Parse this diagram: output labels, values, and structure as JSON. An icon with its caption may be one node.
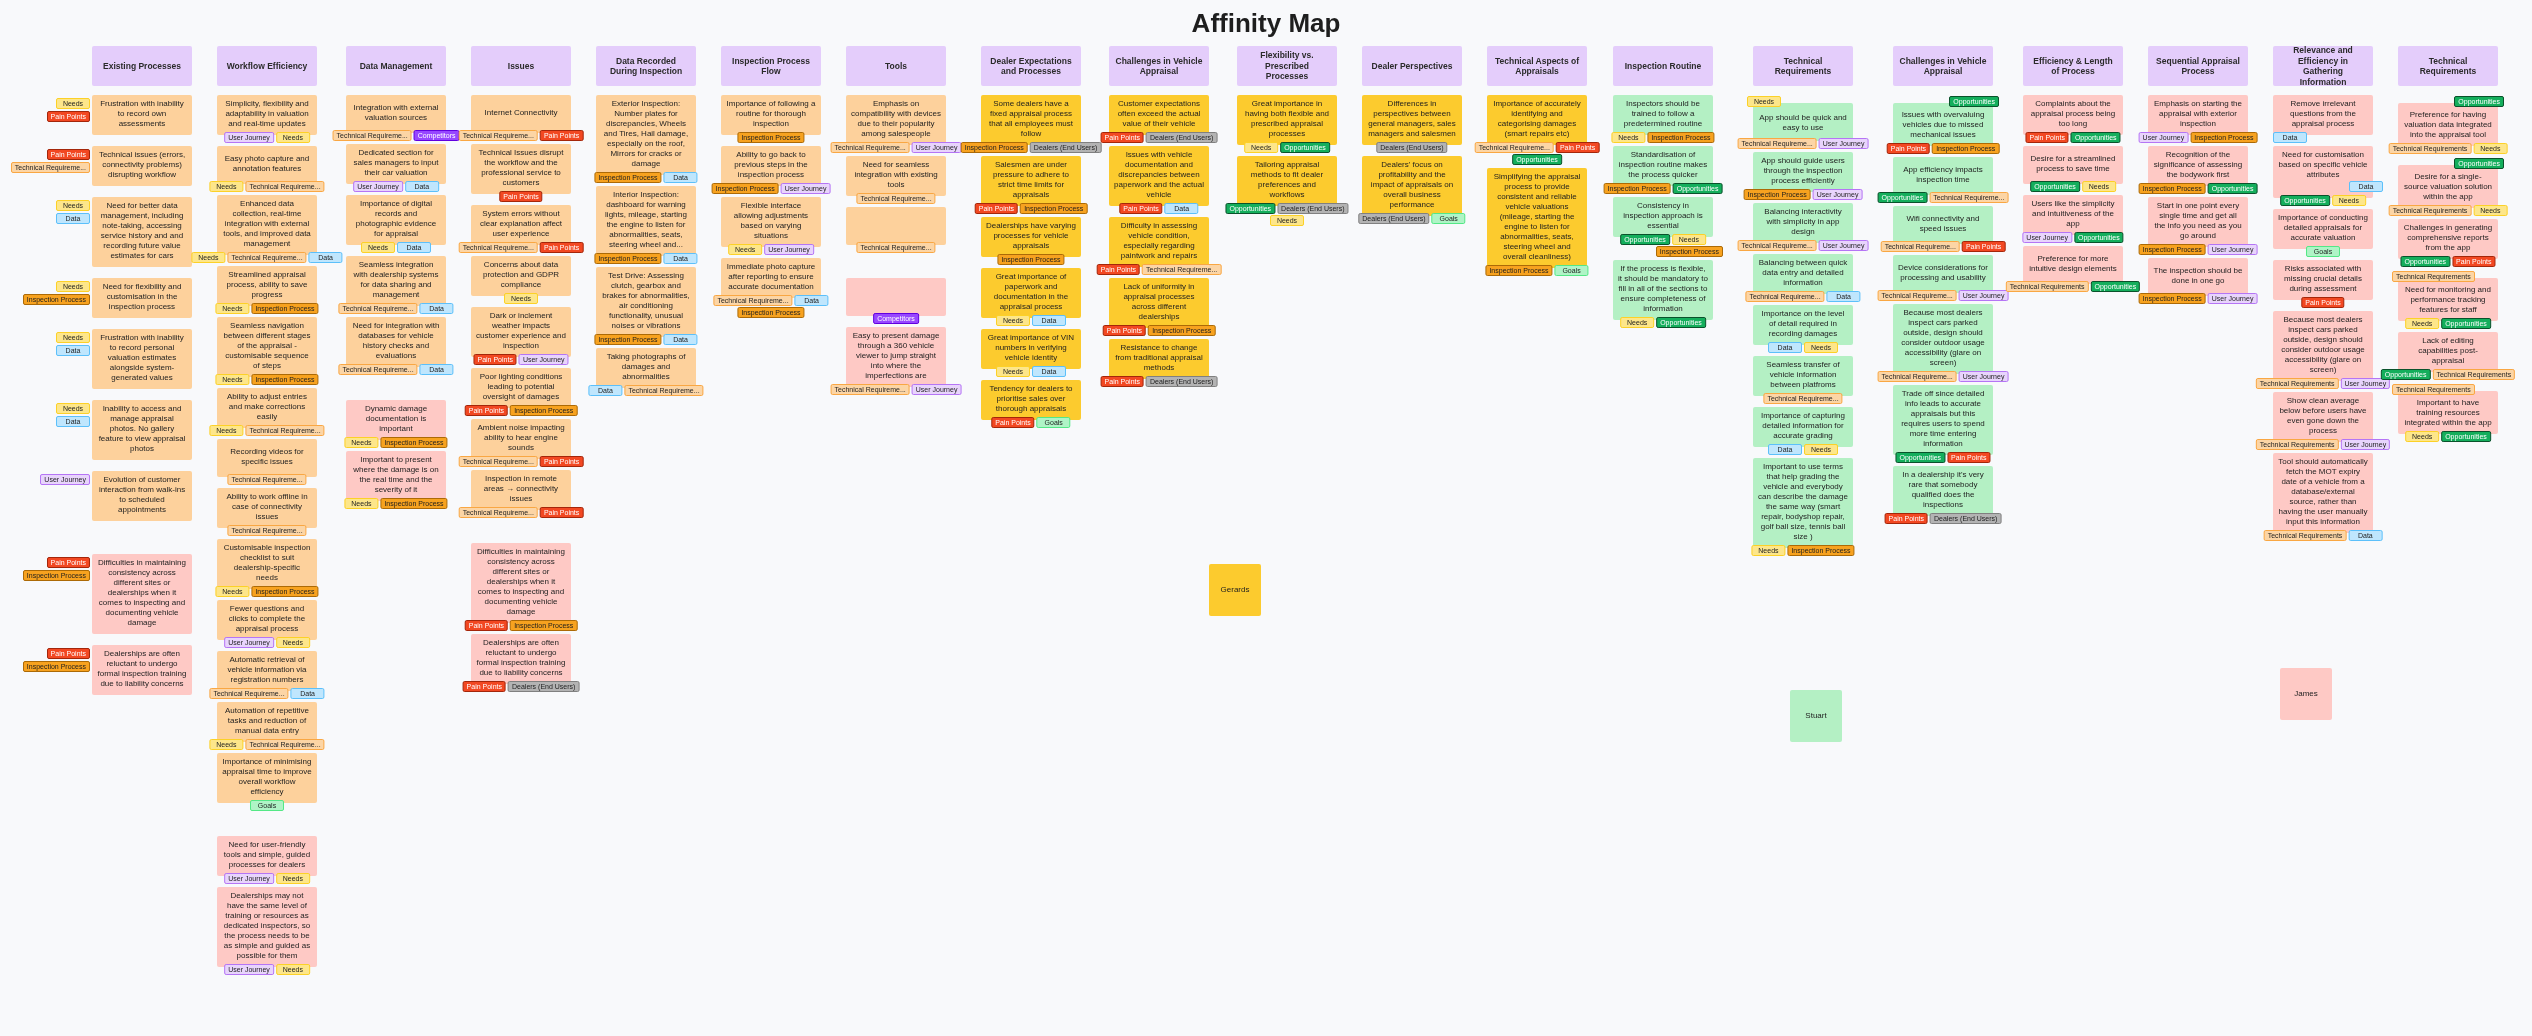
{
  "diagram": {
    "title": "Affinity Map",
    "nodes": [
      {
        "text": [
          "Existing Processes"
        ]
      },
      {
        "text": [
          "Frustration with inability to record own assessments"
        ]
      },
      {
        "text": [
          "Needs"
        ]
      },
      {
        "text": [
          "Pain Points"
        ]
      },
      {
        "text": [
          "Technical issues (errors, connectivity problems) disrupting workflow"
        ]
      },
      {
        "text": [
          "Pain Points"
        ]
      },
      {
        "text": [
          "Technical Requireme..."
        ]
      },
      {
        "text": [
          "Need for better data management, including note-taking, accessing service history and and recording future value estimates for cars"
        ]
      },
      {
        "text": [
          "Needs"
        ]
      },
      {
        "text": [
          "Data"
        ]
      },
      {
        "text": [
          "Need for flexibility and customisation in the inspection process"
        ]
      },
      {
        "text": [
          "Needs"
        ]
      },
      {
        "text": [
          "Inspection Process"
        ]
      },
      {
        "text": [
          "Frustration with inability to record personal valuation estimates alongside system-generated values"
        ]
      },
      {
        "text": [
          "Needs"
        ]
      },
      {
        "text": [
          "Data"
        ]
      },
      {
        "text": [
          "Inability to access and manage appraisal photos. No gallery feature to view appraisal photos"
        ]
      },
      {
        "text": [
          "Needs"
        ]
      },
      {
        "text": [
          "Data"
        ]
      },
      {
        "text": [
          "Evolution of customer interaction from walk-ins to scheduled appointments"
        ]
      },
      {
        "text": [
          "User Journey"
        ]
      },
      {
        "text": [
          "Difficulties in maintaining consistency across different sites or dealerships when it comes to inspecting and documenting vehicle damage"
        ]
      },
      {
        "text": [
          "Pain Points"
        ]
      },
      {
        "text": [
          "Inspection Process"
        ]
      },
      {
        "text": [
          "Dealerships are often reluctant to undergo formal inspection training due to liability concerns"
        ]
      },
      {
        "text": [
          "Pain Points"
        ]
      },
      {
        "text": [
          "Inspection Process"
        ]
      },
      {
        "text": [
          "Workflow Efficiency"
        ]
      },
      {
        "text": [
          "Simplicity, flexibility and adaptability in valuation and real-time updates"
        ]
      },
      {
        "text": [
          "User Journey"
        ]
      },
      {
        "text": [
          "Needs"
        ]
      },
      {
        "text": [
          "Easy photo capture and annotation features"
        ]
      },
      {
        "text": [
          "Needs"
        ]
      },
      {
        "text": [
          "Technical Requireme..."
        ]
      },
      {
        "text": [
          "Enhanced data collection, real-time integration with external tools, and improved data management"
        ]
      },
      {
        "text": [
          "Needs"
        ]
      },
      {
        "text": [
          "Technical Requireme..."
        ]
      },
      {
        "text": [
          "Data"
        ]
      },
      {
        "text": [
          "Streamlined appraisal process, ability to save progress"
        ]
      },
      {
        "text": [
          "Needs"
        ]
      },
      {
        "text": [
          "Inspection Process"
        ]
      },
      {
        "text": [
          "Seamless navigation between different stages of the appraisal - customisable sequence of steps"
        ]
      },
      {
        "text": [
          "Needs"
        ]
      },
      {
        "text": [
          "Inspection Process"
        ]
      },
      {
        "text": [
          "Ability to adjust entries and make corrections easily"
        ]
      },
      {
        "text": [
          "Needs"
        ]
      },
      {
        "text": [
          "Technical Requireme..."
        ]
      },
      {
        "text": [
          "Recording videos for specific issues"
        ]
      },
      {
        "text": [
          "Technical Requireme..."
        ]
      },
      {
        "text": [
          "Ability to work offline in case of connectivity issues"
        ]
      },
      {
        "text": [
          "Technical Requireme..."
        ]
      },
      {
        "text": [
          "Customisable inspection checklist to suit dealership-specific needs"
        ]
      },
      {
        "text": [
          "Needs"
        ]
      },
      {
        "text": [
          "Inspection Process"
        ]
      },
      {
        "text": [
          "Fewer questions and clicks to complete the appraisal process"
        ]
      },
      {
        "text": [
          "User Journey"
        ]
      },
      {
        "text": [
          "Needs"
        ]
      },
      {
        "text": [
          "Automatic retrieval of vehicle information via registration numbers"
        ]
      },
      {
        "text": [
          "Technical Requireme..."
        ]
      },
      {
        "text": [
          "Data"
        ]
      },
      {
        "text": [
          "Automation of repetitive tasks and reduction of manual data entry"
        ]
      },
      {
        "text": [
          "Needs"
        ]
      },
      {
        "text": [
          "Technical Requireme..."
        ]
      },
      {
        "text": [
          "Importance of minimising appraisal time to improve overall workflow efficiency"
        ]
      },
      {
        "text": [
          "Goals"
        ]
      },
      {
        "text": [
          "Need for user-friendly tools and simple, guided processes for dealers"
        ]
      },
      {
        "text": [
          "User Journey"
        ]
      },
      {
        "text": [
          "Needs"
        ]
      },
      {
        "text": [
          "Dealerships may not have the same level of training or resources as dedicated inspectors, so the process needs to be as simple and guided as possible for them"
        ]
      },
      {
        "text": [
          "User Journey"
        ]
      },
      {
        "text": [
          "Needs"
        ]
      },
      {
        "text": [
          "Data Management"
        ]
      },
      {
        "text": [
          "Integration with external valuation sources"
        ]
      },
      {
        "text": [
          "Technical Requireme..."
        ]
      },
      {
        "text": [
          "Competitors"
        ]
      },
      {
        "text": [
          "Dedicated section for sales managers to input their car valuation"
        ]
      },
      {
        "text": [
          "User Journey"
        ]
      },
      {
        "text": [
          "Data"
        ]
      },
      {
        "text": [
          "Importance of digital records and photographic evidence for appraisal"
        ]
      },
      {
        "text": [
          "Needs"
        ]
      },
      {
        "text": [
          "Data"
        ]
      },
      {
        "text": [
          "Seamless integration with dealership systems for data sharing and management"
        ]
      },
      {
        "text": [
          "Technical Requireme..."
        ]
      },
      {
        "text": [
          "Data"
        ]
      },
      {
        "text": [
          "Need for integration with databases for vehicle history checks and evaluations"
        ]
      },
      {
        "text": [
          "Technical Requireme..."
        ]
      },
      {
        "text": [
          "Data"
        ]
      },
      {
        "text": [
          "Dynamic damage documentation is important"
        ]
      },
      {
        "text": [
          "Needs"
        ]
      },
      {
        "text": [
          "Inspection Process"
        ]
      },
      {
        "text": [
          "Important to present where the damage is on the real time and the severity of it"
        ]
      },
      {
        "text": [
          "Needs"
        ]
      },
      {
        "text": [
          "Inspection Process"
        ]
      },
      {
        "text": [
          "Issues"
        ]
      },
      {
        "text": [
          "Internet Connectivity"
        ]
      },
      {
        "text": [
          "Technical Requireme..."
        ]
      },
      {
        "text": [
          "Pain Points"
        ]
      },
      {
        "text": [
          "Technical Issues disrupt the workflow and the professional service to customers"
        ]
      },
      {
        "text": [
          "Pain Points"
        ]
      },
      {
        "text": [
          "System errors without clear explanation affect user experience"
        ]
      },
      {
        "text": [
          "Technical Requireme..."
        ]
      },
      {
        "text": [
          "Pain Points"
        ]
      },
      {
        "text": [
          "Concerns about data protection and GDPR compliance"
        ]
      },
      {
        "text": [
          "Needs"
        ]
      },
      {
        "text": [
          "Dark or inclement weather impacts customer experience and inspection"
        ]
      },
      {
        "text": [
          "Pain Points"
        ]
      },
      {
        "text": [
          "User Journey"
        ]
      },
      {
        "text": [
          "Poor lighting conditions leading to potential oversight of damages"
        ]
      },
      {
        "text": [
          "Pain Points"
        ]
      },
      {
        "text": [
          "Inspection Process"
        ]
      },
      {
        "text": [
          "Ambient noise impacting ability to hear engine sounds"
        ]
      },
      {
        "text": [
          "Technical Requireme..."
        ]
      },
      {
        "text": [
          "Pain Points"
        ]
      },
      {
        "text": [
          "Inspection in remote areas → connectivity issues"
        ]
      },
      {
        "text": [
          "Technical Requireme..."
        ]
      },
      {
        "text": [
          "Pain Points"
        ]
      },
      {
        "text": [
          "Difficulties in maintaining consistency across different sites or dealerships when it comes to inspecting and documenting vehicle damage"
        ]
      },
      {
        "text": [
          "Pain Points"
        ]
      },
      {
        "text": [
          "Inspection Process"
        ]
      },
      {
        "text": [
          "Dealerships are often reluctant to undergo formal inspection training due to liability concerns"
        ]
      },
      {
        "text": [
          "Pain Points"
        ]
      },
      {
        "text": [
          "Dealers (End Users)"
        ]
      },
      {
        "text": [
          "Data Recorded During Inspection"
        ]
      },
      {
        "text": [
          "Exterior Inspection: Number plates for discrepancies, Wheels and Tires, Hail damage, especially on the roof, Mirrors for cracks or damage"
        ]
      },
      {
        "text": [
          "Inspection Process"
        ]
      },
      {
        "text": [
          "Data"
        ]
      },
      {
        "text": [
          "Interior Inspection: dashboard for warning lights, mileage, starting the engine to listen for abnormalities, seats, steering wheel and..."
        ]
      },
      {
        "text": [
          "Inspection Process"
        ]
      },
      {
        "text": [
          "Data"
        ]
      },
      {
        "text": [
          "Test Drive: Assessing clutch, gearbox and brakes for abnormalities, air conditioning functionality, unusual noises or vibrations"
        ]
      },
      {
        "text": [
          "Inspection Process"
        ]
      },
      {
        "text": [
          "Data"
        ]
      },
      {
        "text": [
          "Taking photographs of damages and abnormalities"
        ]
      },
      {
        "text": [
          "Data"
        ]
      },
      {
        "text": [
          "Technical Requireme..."
        ]
      },
      {
        "text": [
          "Inspection Process Flow"
        ]
      },
      {
        "text": [
          "Importance of following a routine for thorough inspection"
        ]
      },
      {
        "text": [
          "Inspection Process"
        ]
      },
      {
        "text": [
          "Ability to go back to previous steps in the inspection process"
        ]
      },
      {
        "text": [
          "Inspection Process"
        ]
      },
      {
        "text": [
          "User Journey"
        ]
      },
      {
        "text": [
          "Flexible interface allowing adjustments based on varying situations"
        ]
      },
      {
        "text": [
          "Needs"
        ]
      },
      {
        "text": [
          "User Journey"
        ]
      },
      {
        "text": [
          "Immediate photo capture after reporting to ensure accurate documentation"
        ]
      },
      {
        "text": [
          "Technical Requireme..."
        ]
      },
      {
        "text": [
          "Data"
        ]
      },
      {
        "text": [
          "Inspection Process"
        ]
      },
      {
        "text": [
          "Tools"
        ]
      },
      {
        "text": [
          "Emphasis on compatibility with devices due to their popularity among salespeople"
        ]
      },
      {
        "text": [
          "Technical Requireme..."
        ]
      },
      {
        "text": [
          "User Journey"
        ]
      },
      {
        "text": [
          "Need for seamless integration with existing tools"
        ]
      },
      {
        "text": [
          "Technical Requireme..."
        ]
      },
      {
        "text": [],
        "shape": "box"
      },
      {
        "text": [
          "Technical Requireme..."
        ]
      },
      {
        "text": [],
        "shape": "box"
      },
      {
        "text": [
          "Competitors"
        ]
      },
      {
        "text": [
          "Easy to present damage through a 360 vehicle viewer to jump straight into where the imperfections are"
        ]
      },
      {
        "text": [
          "Technical Requireme..."
        ]
      },
      {
        "text": [
          "User Journey"
        ]
      },
      {
        "text": [
          "Dealer Expectations and Processes"
        ]
      },
      {
        "text": [
          "Some dealers have a fixed appraisal process that all employees must follow"
        ]
      },
      {
        "text": [
          "Inspection Process"
        ]
      },
      {
        "text": [
          "Dealers (End Users)"
        ]
      },
      {
        "text": [
          "Salesmen are under pressure to adhere to strict time limits for appraisals"
        ]
      },
      {
        "text": [
          "Pain Points"
        ]
      },
      {
        "text": [
          "Inspection Process"
        ]
      },
      {
        "text": [
          "Dealerships have varying processes for vehicle appraisals"
        ]
      },
      {
        "text": [
          "Inspection Process"
        ]
      },
      {
        "text": [
          "Great importance of paperwork and documentation in the appraisal process"
        ]
      },
      {
        "text": [
          "Needs"
        ]
      },
      {
        "text": [
          "Data"
        ]
      },
      {
        "text": [
          "Great importance of VIN numbers in verifying vehicle identity"
        ]
      },
      {
        "text": [
          "Needs"
        ]
      },
      {
        "text": [
          "Data"
        ]
      },
      {
        "text": [
          "Tendency for dealers to prioritise sales over thorough appraisals"
        ]
      },
      {
        "text": [
          "Pain Points"
        ]
      },
      {
        "text": [
          "Goals"
        ]
      },
      {
        "text": [
          "Challenges in Vehicle Appraisal"
        ]
      },
      {
        "text": [
          "Customer expectations often exceed the actual value of their vehicle"
        ]
      },
      {
        "text": [
          "Pain Points"
        ]
      },
      {
        "text": [
          "Dealers (End Users)"
        ]
      },
      {
        "text": [
          "Issues with vehicle documentation and discrepancies between paperwork and the actual vehicle"
        ]
      },
      {
        "text": [
          "Pain Points"
        ]
      },
      {
        "text": [
          "Data"
        ]
      },
      {
        "text": [
          "Difficulty in assessing vehicle condition, especially regarding paintwork and repairs"
        ]
      },
      {
        "text": [
          "Pain Points"
        ]
      },
      {
        "text": [
          "Technical Requireme..."
        ]
      },
      {
        "text": [
          "Lack of uniformity in appraisal processes across different dealerships"
        ]
      },
      {
        "text": [
          "Pain Points"
        ]
      },
      {
        "text": [
          "Inspection Process"
        ]
      },
      {
        "text": [
          "Resistance to change from traditional appraisal methods"
        ]
      },
      {
        "text": [
          "Pain Points"
        ]
      },
      {
        "text": [
          "Dealers (End Users)"
        ]
      },
      {
        "text": [
          "Flexibility vs. Prescribed Processes"
        ]
      },
      {
        "text": [
          "Great importance in having both flexible and prescribed appraisal processes"
        ]
      },
      {
        "text": [
          "Needs"
        ]
      },
      {
        "text": [
          "Opportunities"
        ]
      },
      {
        "text": [
          "Tailoring appraisal methods to fit dealer preferences and workflows"
        ]
      },
      {
        "text": [
          "Opportunities"
        ]
      },
      {
        "text": [
          "Dealers (End Users)"
        ]
      },
      {
        "text": [
          "Needs"
        ]
      },
      {
        "text": [
          "Dealer Perspectives"
        ]
      },
      {
        "text": [
          "Differences in perspectives between general managers, sales managers and salesmen"
        ]
      },
      {
        "text": [
          "Dealers (End Users)"
        ]
      },
      {
        "text": [
          "Dealers' focus on profitability and the impact of appraisals on overall business performance"
        ]
      },
      {
        "text": [
          "Dealers (End Users)"
        ]
      },
      {
        "text": [
          "Goals"
        ]
      },
      {
        "text": [
          "Technical Aspects of Appraisals"
        ]
      },
      {
        "text": [
          "Importance of accurately identifying and categorising damages (smart repairs etc)"
        ]
      },
      {
        "text": [
          "Technical Requireme..."
        ]
      },
      {
        "text": [
          "Pain Points"
        ]
      },
      {
        "text": [
          "Opportunities"
        ]
      },
      {
        "text": [
          "Simplifying the appraisal process to provide consistent and reliable vehicle valuations (mileage, starting the engine to listen for abnormalities, seats, steering wheel and overall cleanliness)"
        ]
      },
      {
        "text": [
          "Inspection Process"
        ]
      },
      {
        "text": [
          "Goals"
        ]
      },
      {
        "text": [
          "Inspection Routine"
        ]
      },
      {
        "text": [
          "Inspectors should be trained to follow a predetermined routine"
        ]
      },
      {
        "text": [
          "Needs"
        ]
      },
      {
        "text": [
          "Inspection Process"
        ]
      },
      {
        "text": [
          "Standardisation of inspection routine makes the process quicker"
        ]
      },
      {
        "text": [
          "Inspection Process"
        ]
      },
      {
        "text": [
          "Opportunities"
        ]
      },
      {
        "text": [
          "Consistency in inspection approach is essential"
        ]
      },
      {
        "text": [
          "Inspection Process"
        ]
      },
      {
        "text": [
          "Opportunities"
        ]
      },
      {
        "text": [
          "Needs"
        ]
      },
      {
        "text": [
          "If the process is flexible, it should be mandatory to fill in all of the sections to ensure completeness of information"
        ]
      },
      {
        "text": [
          "Needs"
        ]
      },
      {
        "text": [
          "Opportunities"
        ]
      },
      {
        "text": [
          "Technical Requirements"
        ]
      },
      {
        "text": [
          "App should be quick and easy to use"
        ]
      },
      {
        "text": [
          "Needs"
        ]
      },
      {
        "text": [
          "Technical Requireme..."
        ]
      },
      {
        "text": [
          "User Journey"
        ]
      },
      {
        "text": [
          "App should guide users through the inspection process efficiently"
        ]
      },
      {
        "text": [
          "Inspection Process"
        ]
      },
      {
        "text": [
          "User Journey"
        ]
      },
      {
        "text": [
          "Balancing interactivity with simplicity in app design"
        ]
      },
      {
        "text": [
          "Technical Requireme..."
        ]
      },
      {
        "text": [
          "User Journey"
        ]
      },
      {
        "text": [
          "Balancing between quick data entry and detailed information"
        ]
      },
      {
        "text": [
          "Technical Requireme..."
        ]
      },
      {
        "text": [
          "Data"
        ]
      },
      {
        "text": [
          "Importance on the level of detail required in recording damages"
        ]
      },
      {
        "text": [
          "Data"
        ]
      },
      {
        "text": [
          "Needs"
        ]
      },
      {
        "text": [
          "Seamless transfer of vehicle information between platfroms"
        ]
      },
      {
        "text": [
          "Technical Requireme..."
        ]
      },
      {
        "text": [
          "Importance of capturing detailed information for accurate grading"
        ]
      },
      {
        "text": [
          "Data"
        ]
      },
      {
        "text": [
          "Needs"
        ]
      },
      {
        "text": [
          "Important to use terms that help grading the vehicle and everybody can describe the damage the same way (smart repair, bodyshop repair, golf ball size, tennis ball size )"
        ]
      },
      {
        "text": [
          "Needs"
        ]
      },
      {
        "text": [
          "Inspection Process"
        ]
      },
      {
        "text": [
          "Challenges in Vehicle Appraisal"
        ]
      },
      {
        "text": [
          "Issues with overvaluing vehicles due to missed mechanical issues"
        ]
      },
      {
        "text": [
          "Opportunities"
        ]
      },
      {
        "text": [
          "Pain Points"
        ]
      },
      {
        "text": [
          "Inspection Process"
        ]
      },
      {
        "text": [
          "App efficiency impacts inspection time"
        ]
      },
      {
        "text": [
          "Opportunities"
        ]
      },
      {
        "text": [
          "Technical Requireme..."
        ]
      },
      {
        "text": [
          "Wifi connectivity and speed issues"
        ]
      },
      {
        "text": [
          "Technical Requireme..."
        ]
      },
      {
        "text": [
          "Pain Points"
        ]
      },
      {
        "text": [
          "Device considerations for processing and usability"
        ]
      },
      {
        "text": [
          "Technical Requireme..."
        ]
      },
      {
        "text": [
          "User Journey"
        ]
      },
      {
        "text": [
          "Because most dealers inspect cars parked outside, design should consider outdoor usage accessibility (glare on screen)"
        ]
      },
      {
        "text": [
          "Technical Requireme..."
        ]
      },
      {
        "text": [
          "User Journey"
        ]
      },
      {
        "text": [
          "Trade off since detailed info leads to accurate appraisals but this requires users to spend more time entering information"
        ]
      },
      {
        "text": [
          "Opportunities"
        ]
      },
      {
        "text": [
          "Pain Points"
        ]
      },
      {
        "text": [
          "In a dealership it's very rare that somebody qualified does the inspections"
        ]
      },
      {
        "text": [
          "Pain Points"
        ]
      },
      {
        "text": [
          "Dealers (End Users)"
        ]
      },
      {
        "text": [
          "Efficiency & Length of Process"
        ]
      },
      {
        "text": [
          "Complaints about the appraisal process being too long"
        ]
      },
      {
        "text": [
          "Pain Points"
        ]
      },
      {
        "text": [
          "Opportunities"
        ]
      },
      {
        "text": [
          "Desire for a streamlined process to save time"
        ]
      },
      {
        "text": [
          "Opportunities"
        ]
      },
      {
        "text": [
          "Needs"
        ]
      },
      {
        "text": [
          "Users like the simplicity and intuitiveness of the app"
        ]
      },
      {
        "text": [
          "User Journey"
        ]
      },
      {
        "text": [
          "Opportunities"
        ]
      },
      {
        "text": [
          "Preference for more intuitive design elements"
        ]
      },
      {
        "text": [
          "Technical Requirements"
        ]
      },
      {
        "text": [
          "Opportunities"
        ]
      },
      {
        "text": [
          "Sequential Appraisal Process"
        ]
      },
      {
        "text": [
          "Emphasis on starting the appraisal with exterior inspection"
        ]
      },
      {
        "text": [
          "User Journey"
        ]
      },
      {
        "text": [
          "Inspection Process"
        ]
      },
      {
        "text": [
          "Recognition of the significance of assessing the bodywork first"
        ]
      },
      {
        "text": [
          "Inspection Process"
        ]
      },
      {
        "text": [
          "Opportunities"
        ]
      },
      {
        "text": [
          "Start in one point every single time and get all the info you need as you go around"
        ]
      },
      {
        "text": [
          "Inspection Process"
        ]
      },
      {
        "text": [
          "User Journey"
        ]
      },
      {
        "text": [
          "The inspection should be done in one go"
        ]
      },
      {
        "text": [
          "Inspection Process"
        ]
      },
      {
        "text": [
          "User Journey"
        ]
      },
      {
        "text": [
          "Relevance and Efficiency in Gathering Information"
        ]
      },
      {
        "text": [
          "Remove irrelevant questions from the appraisal process"
        ]
      },
      {
        "text": [
          "Data"
        ]
      },
      {
        "text": [
          "Need for customisation based on specific vehicle attributes"
        ]
      },
      {
        "text": [
          "Data"
        ]
      },
      {
        "text": [
          "Opportunities"
        ]
      },
      {
        "text": [
          "Needs"
        ]
      },
      {
        "text": [
          "Importance of conducting detailed appraisals for accurate valuation"
        ]
      },
      {
        "text": [
          "Goals"
        ]
      },
      {
        "text": [
          "Risks associated with missing crucial details during assessment"
        ]
      },
      {
        "text": [
          "Pain Points"
        ]
      },
      {
        "text": [
          "Because most dealers inspect cars parked outside, design should consider outdoor usage accessibility (glare on screen)"
        ]
      },
      {
        "text": [
          "Technical Requirements"
        ]
      },
      {
        "text": [
          "User Journey"
        ]
      },
      {
        "text": [
          "Show clean average below before users have even gone down the process"
        ]
      },
      {
        "text": [
          "Technical Requirements"
        ]
      },
      {
        "text": [
          "User Journey"
        ]
      },
      {
        "text": [
          "Tool should automatically fetch the MOT expiry date of a vehicle from a database/external source, rather than having the user manually input this information"
        ]
      },
      {
        "text": [
          "Technical Requirements"
        ]
      },
      {
        "text": [
          "Data"
        ]
      },
      {
        "text": [
          "Technical Requirements"
        ]
      },
      {
        "text": [
          "Preference for having valuation data integrated into the appraisal tool"
        ]
      },
      {
        "text": [
          "Opportunities"
        ]
      },
      {
        "text": [
          "Technical Requirements"
        ]
      },
      {
        "text": [
          "Needs"
        ]
      },
      {
        "text": [
          "Desire for a single-source valuation solution within the app"
        ]
      },
      {
        "text": [
          "Opportunities"
        ]
      },
      {
        "text": [
          "Technical Requirements"
        ]
      },
      {
        "text": [
          "Needs"
        ]
      },
      {
        "text": [
          "Challenges in generating comprehensive reports from the app"
        ]
      },
      {
        "text": [
          "Opportunities"
        ]
      },
      {
        "text": [
          "Pain Points"
        ]
      },
      {
        "text": [
          "Need for monitoring and performance tracking features for staff"
        ]
      },
      {
        "text": [
          "Technical Requirements"
        ]
      },
      {
        "text": [
          "Needs"
        ]
      },
      {
        "text": [
          "Opportunities"
        ]
      },
      {
        "text": [
          "Lack of editing capabilities post-appraisal"
        ]
      },
      {
        "text": [
          "Opportunities"
        ]
      },
      {
        "text": [
          "Technical Requirements"
        ]
      },
      {
        "text": [
          "Important to have training resources integrated within the app"
        ]
      },
      {
        "text": [
          "Technical Requirements"
        ]
      },
      {
        "text": [
          "Needs"
        ]
      },
      {
        "text": [
          "Opportunities"
        ]
      },
      {
        "text": [
          "Gerards"
        ]
      },
      {
        "text": [
          "Stuart"
        ]
      },
      {
        "text": [
          "James"
        ]
      }
    ]
  }
}
